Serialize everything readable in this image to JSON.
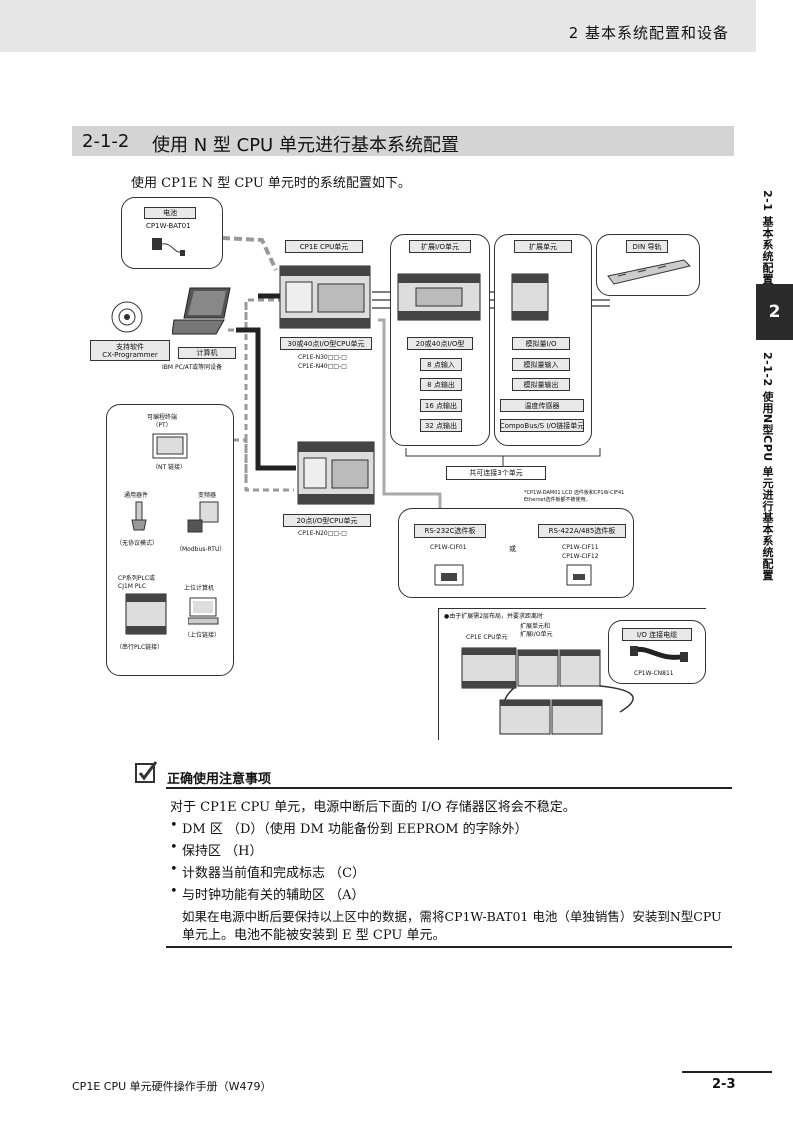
{
  "header": {
    "chapter": "2   基本系统配置和设备"
  },
  "side": {
    "tab_number": "2",
    "section_21": "2-1 基本系统配置",
    "section_212": "2-1-2 使用N型CPU 单元进行基本系统配置"
  },
  "section": {
    "number": "2-1-2",
    "title": "使用 N 型 CPU 单元进行基本系统配置"
  },
  "intro": "使用 CP1E N 型 CPU 单元时的系统配置如下。",
  "diagram": {
    "battery_label": "电池",
    "battery_model": "CP1W-BAT01",
    "software_label": "支持软件\nCX-Programmer",
    "computer_label": "计算机",
    "computer_desc": "IBM PC/AT或等同设备",
    "cpu_title": "CP1E CPU单元",
    "cpu_unit_label": "30或40点I/O型CPU单元",
    "cpu_models": "CP1E-N30□□-□\nCP1E-N40□□-□",
    "exp_io_title": "扩展I/O单元",
    "exp_io_type": "20或40点I/O型",
    "exp_io_items": [
      "8 点输入",
      "8 点输出",
      "16 点输出",
      "32 点输出"
    ],
    "exp_unit_title": "扩展单元",
    "exp_unit_items": [
      "模拟量I/O",
      "模拟量输入",
      "模拟量输出",
      "温度传感器",
      "CompoBus/S I/O链接单元"
    ],
    "din_label": "DIN 导轨",
    "connect_note": "共可连接3个单元",
    "pt_label": "可编程终端\n（PT）",
    "pt_link": "（NT 链接）",
    "generic_label": "通用器件",
    "generic_mode": "（无协议模式）",
    "inverter_label": "变频器",
    "modbus_label": "（Modbus-RTU）",
    "plc_label": "CP系列PLC或\nCJ1M PLC",
    "plc_link": "（串行PLC链接）",
    "host_label": "上位计算机",
    "host_link": "（上位链接）",
    "cpu20_label": "20点I/O型CPU单元",
    "cpu20_model": "CP1E-N20□□-□",
    "lcd_note": "*CP1W-DAM01 LCD 选件板和CP1W-CIF41\nEthernet选件板都不被使用。",
    "rs232_label": "RS-232C选件板",
    "rs232_model": "CP1W-CIF01",
    "or_label": "或",
    "rs422_label": "RS-422A/485选件板",
    "rs422_models": "CP1W-CIF11\nCP1W-CIF12",
    "two_row_note": "●由于扩展需2层布局，并要求距离时",
    "two_row_cpu": "CP1E CPU单元",
    "two_row_exp": "扩展单元和\n扩展I/O单元",
    "io_cable_label": "I/O 连接电缆",
    "io_cable_model": "CP1W-CN811"
  },
  "precaution": {
    "title": "正确使用注意事项",
    "intro": "对于 CP1E CPU 单元，电源中断后下面的 I/O 存储器区将会不稳定。",
    "bullets": [
      "DM 区 （D）（使用 DM 功能备份到 EEPROM 的字除外）",
      "保持区 （H）",
      "计数器当前值和完成标志 （C）",
      "与时钟功能有关的辅助区 （A）"
    ],
    "note_line1": "如果在电源中断后要保持以上区中的数据，需将CP1W-BAT01 电池（单独销售）安装到N型CPU",
    "note_line2": "单元上。电池不能被安装到 E 型 CPU 单元。"
  },
  "footer": {
    "manual": "CP1E CPU 单元硬件操作手册（W479）",
    "page": "2-3"
  }
}
